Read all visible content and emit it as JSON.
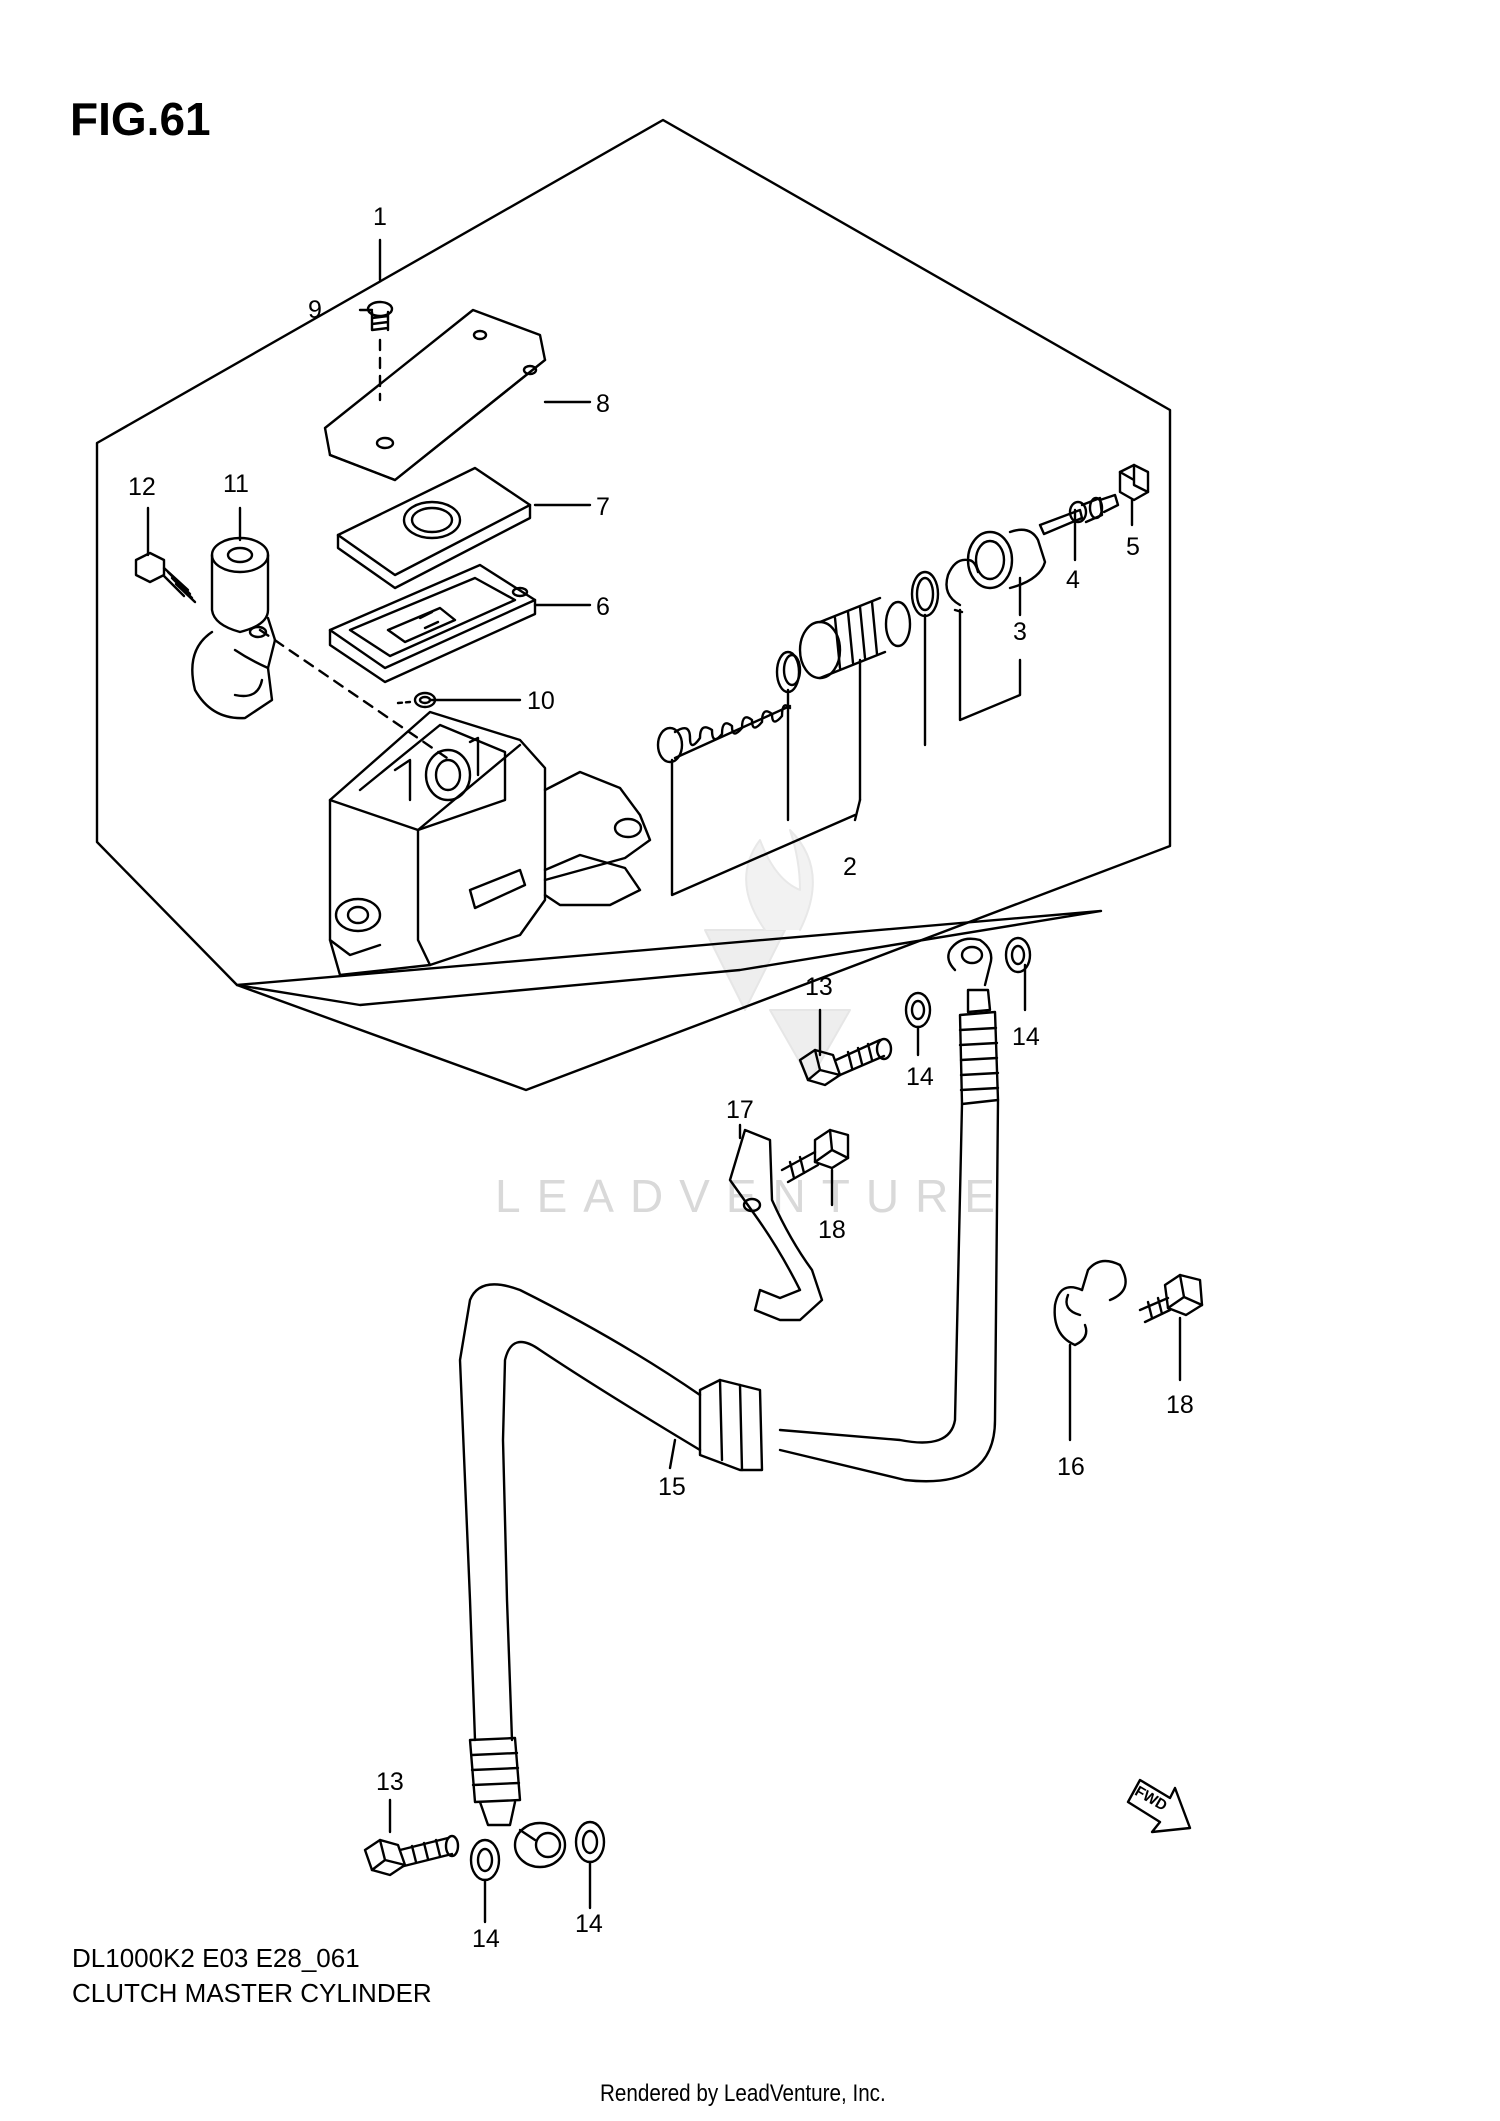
{
  "figure": {
    "title": "FIG.61",
    "model_code": "DL1000K2 E03 E28_061",
    "caption": "CLUTCH MASTER CYLINDER",
    "rendered_by": "Rendered by LeadVenture, Inc.",
    "watermark": "LEADVENTURE",
    "fwd_label": "FWD"
  },
  "callouts": [
    {
      "id": "c1",
      "label": "1"
    },
    {
      "id": "c2",
      "label": "2"
    },
    {
      "id": "c3",
      "label": "3"
    },
    {
      "id": "c4",
      "label": "4"
    },
    {
      "id": "c5",
      "label": "5"
    },
    {
      "id": "c6",
      "label": "6"
    },
    {
      "id": "c7",
      "label": "7"
    },
    {
      "id": "c8",
      "label": "8"
    },
    {
      "id": "c9",
      "label": "9"
    },
    {
      "id": "c10",
      "label": "10"
    },
    {
      "id": "c11",
      "label": "11"
    },
    {
      "id": "c12",
      "label": "12"
    },
    {
      "id": "c13a",
      "label": "13"
    },
    {
      "id": "c14a",
      "label": "14"
    },
    {
      "id": "c14b",
      "label": "14"
    },
    {
      "id": "c15",
      "label": "15"
    },
    {
      "id": "c16",
      "label": "16"
    },
    {
      "id": "c17",
      "label": "17"
    },
    {
      "id": "c18a",
      "label": "18"
    },
    {
      "id": "c18b",
      "label": "18"
    },
    {
      "id": "c13b",
      "label": "13"
    },
    {
      "id": "c14c",
      "label": "14"
    },
    {
      "id": "c14d",
      "label": "14"
    }
  ]
}
